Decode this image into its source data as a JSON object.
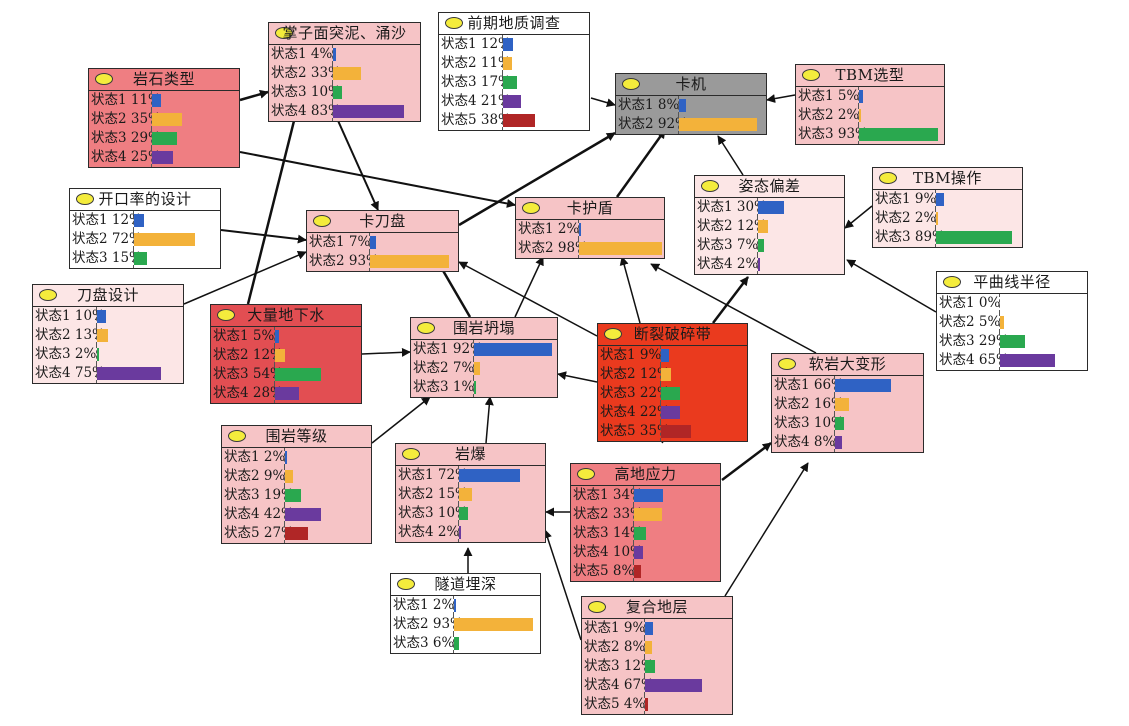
{
  "colors": {
    "blue": "#2f62c4",
    "orange": "#f3b23a",
    "green": "#2aa84f",
    "purple": "#6a3a9e",
    "darkred": "#b02626",
    "fill_pink": "#f6c4c6",
    "fill_lightpink": "#fce6e6",
    "fill_salmon": "#ef7e82",
    "fill_red": "#e24e52",
    "fill_orange_red": "#ea3a1e",
    "fill_gray": "#9a9a9a",
    "fill_white": "#ffffff",
    "edge": "#111111"
  },
  "nodes": [
    {
      "id": "zhangzimian",
      "title": "掌子面突泥、涌沙",
      "states": [
        {
          "label": "状态1",
          "value": 4
        },
        {
          "label": "状态2",
          "value": 33
        },
        {
          "label": "状态3",
          "value": 10
        },
        {
          "label": "状态4",
          "value": 83
        }
      ]
    },
    {
      "id": "qianqi",
      "title": "前期地质调查",
      "states": [
        {
          "label": "状态1",
          "value": 12
        },
        {
          "label": "状态2",
          "value": 11
        },
        {
          "label": "状态3",
          "value": 17
        },
        {
          "label": "状态4",
          "value": 21
        },
        {
          "label": "状态5",
          "value": 38
        }
      ]
    },
    {
      "id": "yanshi",
      "title": "岩石类型",
      "states": [
        {
          "label": "状态1",
          "value": 11
        },
        {
          "label": "状态2",
          "value": 35
        },
        {
          "label": "状态3",
          "value": 29
        },
        {
          "label": "状态4",
          "value": 25
        }
      ]
    },
    {
      "id": "kaji",
      "title": "卡机",
      "states": [
        {
          "label": "状态1",
          "value": 8
        },
        {
          "label": "状态2",
          "value": 92
        }
      ]
    },
    {
      "id": "tbmxuanxing",
      "title": "TBM选型",
      "states": [
        {
          "label": "状态1",
          "value": 5
        },
        {
          "label": "状态2",
          "value": 2
        },
        {
          "label": "状态3",
          "value": 93
        }
      ]
    },
    {
      "id": "kaikoulv",
      "title": "开口率的设计",
      "states": [
        {
          "label": "状态1",
          "value": 12
        },
        {
          "label": "状态2",
          "value": 72
        },
        {
          "label": "状态3",
          "value": 15
        }
      ]
    },
    {
      "id": "kadaopan",
      "title": "卡刀盘",
      "states": [
        {
          "label": "状态1",
          "value": 7
        },
        {
          "label": "状态2",
          "value": 93
        }
      ]
    },
    {
      "id": "kahudun",
      "title": "卡护盾",
      "states": [
        {
          "label": "状态1",
          "value": 2
        },
        {
          "label": "状态2",
          "value": 98
        }
      ]
    },
    {
      "id": "zitai",
      "title": "姿态偏差",
      "states": [
        {
          "label": "状态1",
          "value": 30
        },
        {
          "label": "状态2",
          "value": 12
        },
        {
          "label": "状态3",
          "value": 7
        },
        {
          "label": "状态4",
          "value": 2
        }
      ]
    },
    {
      "id": "tbmcaozuo",
      "title": "TBM操作",
      "states": [
        {
          "label": "状态1",
          "value": 9
        },
        {
          "label": "状态2",
          "value": 2
        },
        {
          "label": "状态3",
          "value": 89
        }
      ]
    },
    {
      "id": "daopan",
      "title": "刀盘设计",
      "states": [
        {
          "label": "状态1",
          "value": 10
        },
        {
          "label": "状态2",
          "value": 13
        },
        {
          "label": "状态3",
          "value": 2
        },
        {
          "label": "状态4",
          "value": 75
        }
      ]
    },
    {
      "id": "dixiashui",
      "title": "大量地下水",
      "states": [
        {
          "label": "状态1",
          "value": 5
        },
        {
          "label": "状态2",
          "value": 12
        },
        {
          "label": "状态3",
          "value": 54
        },
        {
          "label": "状态4",
          "value": 28
        }
      ]
    },
    {
      "id": "tanta",
      "title": "围岩坍塌",
      "states": [
        {
          "label": "状态1",
          "value": 92
        },
        {
          "label": "状态2",
          "value": 7
        },
        {
          "label": "状态3",
          "value": 1
        }
      ]
    },
    {
      "id": "duanlie",
      "title": "断裂破碎带",
      "states": [
        {
          "label": "状态1",
          "value": 9
        },
        {
          "label": "状态2",
          "value": 12
        },
        {
          "label": "状态3",
          "value": 22
        },
        {
          "label": "状态4",
          "value": 22
        },
        {
          "label": "状态5",
          "value": 35
        }
      ]
    },
    {
      "id": "pingqu",
      "title": "平曲线半径",
      "states": [
        {
          "label": "状态1",
          "value": 0
        },
        {
          "label": "状态2",
          "value": 5
        },
        {
          "label": "状态3",
          "value": 29
        },
        {
          "label": "状态4",
          "value": 65
        }
      ]
    },
    {
      "id": "ruanyan",
      "title": "软岩大变形",
      "states": [
        {
          "label": "状态1",
          "value": 66
        },
        {
          "label": "状态2",
          "value": 16
        },
        {
          "label": "状态3",
          "value": 10
        },
        {
          "label": "状态4",
          "value": 8
        }
      ]
    },
    {
      "id": "weiyandengji",
      "title": "围岩等级",
      "states": [
        {
          "label": "状态1",
          "value": 2
        },
        {
          "label": "状态2",
          "value": 9
        },
        {
          "label": "状态3",
          "value": 19
        },
        {
          "label": "状态4",
          "value": 42
        },
        {
          "label": "状态5",
          "value": 27
        }
      ]
    },
    {
      "id": "yanbao",
      "title": "岩爆",
      "states": [
        {
          "label": "状态1",
          "value": 72
        },
        {
          "label": "状态2",
          "value": 15
        },
        {
          "label": "状态3",
          "value": 10
        },
        {
          "label": "状态4",
          "value": 2
        }
      ]
    },
    {
      "id": "gaodi",
      "title": "高地应力",
      "states": [
        {
          "label": "状态1",
          "value": 34
        },
        {
          "label": "状态2",
          "value": 33
        },
        {
          "label": "状态3",
          "value": 14
        },
        {
          "label": "状态4",
          "value": 10
        },
        {
          "label": "状态5",
          "value": 8
        }
      ]
    },
    {
      "id": "suidao",
      "title": "隧道埋深",
      "states": [
        {
          "label": "状态1",
          "value": 2
        },
        {
          "label": "状态2",
          "value": 93
        },
        {
          "label": "状态3",
          "value": 6
        }
      ]
    },
    {
      "id": "fuhe",
      "title": "复合地层",
      "states": [
        {
          "label": "状态1",
          "value": 9
        },
        {
          "label": "状态2",
          "value": 8
        },
        {
          "label": "状态3",
          "value": 12
        },
        {
          "label": "状态4",
          "value": 67
        },
        {
          "label": "状态5",
          "value": 4
        }
      ]
    }
  ]
}
